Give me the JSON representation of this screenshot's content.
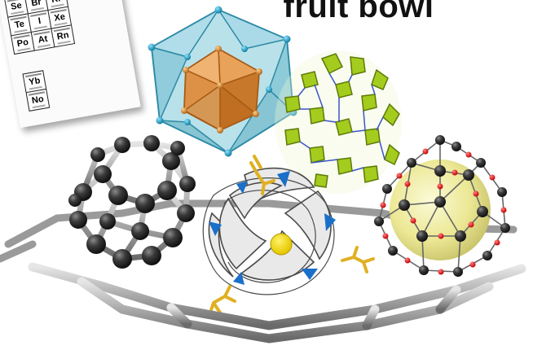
{
  "title": "fruit bowl",
  "periodic_table": {
    "row1": [
      "Se",
      "Br",
      "Kr"
    ],
    "row2": [
      "Te",
      "I",
      "Xe"
    ],
    "row3": [
      "Po",
      "At",
      "Rn"
    ],
    "row4": [
      "Yb"
    ],
    "row5": [
      "No"
    ]
  },
  "colors": {
    "fullerene": "#2f2f2f",
    "polyhedron_outer": "#7fc8d8",
    "polyhedron_inner": "#d98a3a",
    "zeolite": "#a4cc1e",
    "sphere": "#ece895",
    "protein_ribbon": "#d8d8d8",
    "protein_accent": "#1a6fc9",
    "ligand": "#e0b022",
    "bowl": "#9a9a9a"
  }
}
